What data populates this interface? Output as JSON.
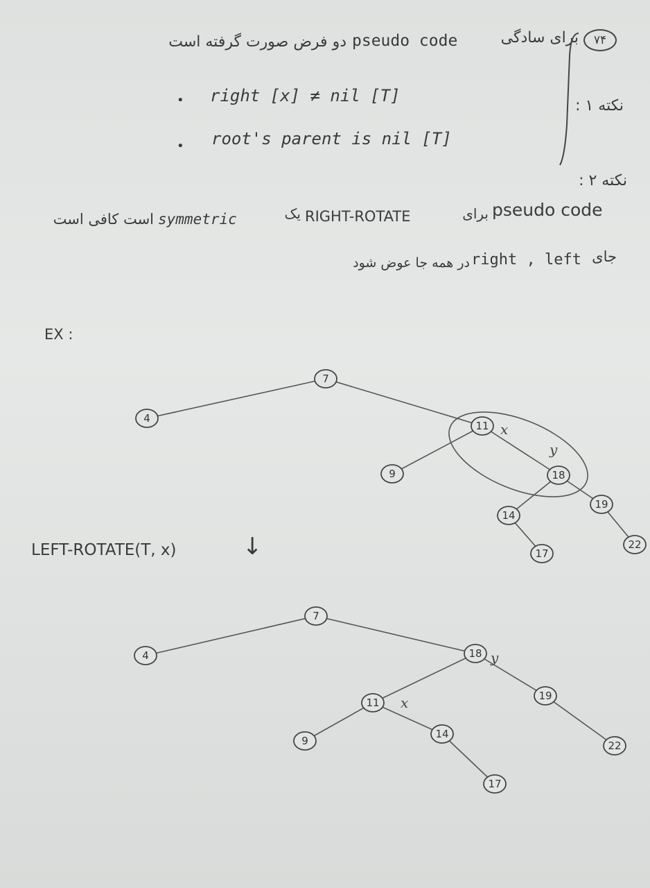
{
  "header": {
    "number": "۷۴",
    "title_fa": "برای سادگی",
    "title_code": "pseudo code",
    "title_fa2": "دو فرض صورت گرفته است"
  },
  "note1": {
    "label": "نکته ۱ :",
    "bullets": [
      "right [x] ≠ nil [T]",
      "root's parent is nil [T]"
    ]
  },
  "note2": {
    "label": "نکته ۲ :",
    "line1_code": "pseudo code",
    "line1_fa": "برای",
    "line1_op": "RIGHT-ROTATE",
    "line1_fa2": "یک",
    "line1_en": "symmetric",
    "line1_fa3": "است کافی است",
    "line2_fa": "جای",
    "line2_en": "right , left",
    "line2_fa2": "در همه جا عوض شود"
  },
  "example_label": "EX :",
  "operation_label": "LEFT-ROTATE(T, x)",
  "arrow": "↓",
  "tree_before": {
    "nodes": [
      "7",
      "4",
      "11",
      "9",
      "18",
      "14",
      "19",
      "17",
      "22"
    ],
    "labels": [
      "x",
      "y"
    ]
  },
  "tree_after": {
    "nodes": [
      "7",
      "4",
      "18",
      "11",
      "19",
      "9",
      "14",
      "22",
      "17"
    ],
    "labels": [
      "y",
      "x"
    ]
  }
}
